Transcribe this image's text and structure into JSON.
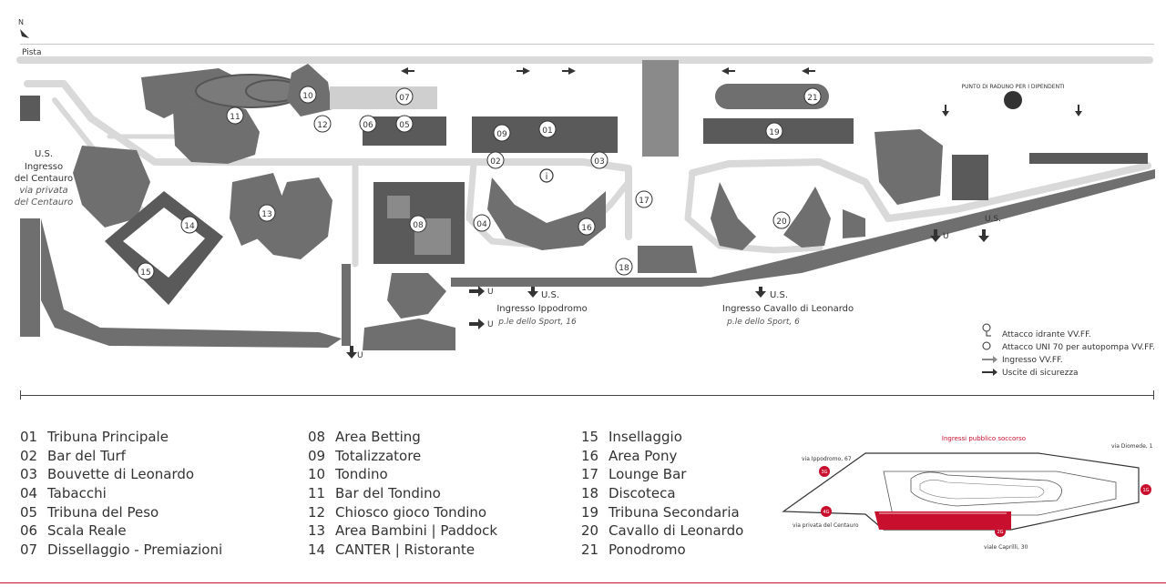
{
  "map": {
    "north_label": "N",
    "pista_label": "Pista",
    "us_label": "U.S.",
    "u_label": "U",
    "info_symbol": "i",
    "entrance_centauro": {
      "line1": "U.S.",
      "line2": "Ingresso",
      "line3": "del Centauro",
      "sub1": "via privata",
      "sub2": "del Centauro"
    },
    "entrance_ippodromo": {
      "us": "U.S.",
      "name": "Ingresso Ippodromo",
      "address": "p.le dello Sport, 16"
    },
    "entrance_cavallo": {
      "us": "U.S.",
      "name": "Ingresso Cavallo di Leonardo",
      "address": "p.le dello Sport, 6"
    },
    "raduno": "PUNTO DI RADUNO PER I DIPENDENTI",
    "us_east": "U.S.",
    "markers": [
      "01",
      "02",
      "03",
      "04",
      "05",
      "06",
      "07",
      "08",
      "09",
      "10",
      "11",
      "12",
      "13",
      "14",
      "15",
      "16",
      "17",
      "18",
      "19",
      "20",
      "21"
    ]
  },
  "map_legend": {
    "items": [
      {
        "icon": "hydrant-icon",
        "label": "Attacco idrante VV.FF."
      },
      {
        "icon": "uni70-icon",
        "label": "Attacco UNI 70 per autopompa VV.FF."
      },
      {
        "icon": "arrow-grey-icon",
        "label": "Ingresso VV.FF."
      },
      {
        "icon": "arrow-black-icon",
        "label": "Uscite di sicurezza"
      }
    ]
  },
  "places": {
    "col1": [
      {
        "num": "01",
        "name": "Tribuna Principale"
      },
      {
        "num": "02",
        "name": "Bar del Turf"
      },
      {
        "num": "03",
        "name": "Bouvette di Leonardo"
      },
      {
        "num": "04",
        "name": "Tabacchi"
      },
      {
        "num": "05",
        "name": "Tribuna del Peso"
      },
      {
        "num": "06",
        "name": "Scala Reale"
      },
      {
        "num": "07",
        "name": "Dissellaggio - Premiazioni"
      }
    ],
    "col2": [
      {
        "num": "08",
        "name": "Area Betting"
      },
      {
        "num": "09",
        "name": "Totalizzatore"
      },
      {
        "num": "10",
        "name": "Tondino"
      },
      {
        "num": "11",
        "name": "Bar del Tondino"
      },
      {
        "num": "12",
        "name": "Chiosco gioco Tondino"
      },
      {
        "num": "13",
        "name": "Area Bambini | Paddock"
      },
      {
        "num": "14",
        "name": "CANTER | Ristorante"
      }
    ],
    "col3": [
      {
        "num": "15",
        "name": "Insellaggio"
      },
      {
        "num": "16",
        "name": "Area Pony"
      },
      {
        "num": "17",
        "name": "Lounge Bar"
      },
      {
        "num": "18",
        "name": "Discoteca"
      },
      {
        "num": "19",
        "name": "Tribuna Secondaria"
      },
      {
        "num": "20",
        "name": "Cavallo di Leonardo"
      },
      {
        "num": "21",
        "name": "Ponodromo"
      }
    ]
  },
  "minimap": {
    "title": "Ingressi pubblico soccorso",
    "street_ippodromo": "via Ippodromo, 67",
    "street_diomede": "via Diomede, 1",
    "street_centauro": "via privata del Centauro",
    "street_caprilli": "viale Caprilli, 30",
    "gates": [
      "1G",
      "2G",
      "3G",
      "4G"
    ],
    "accent": "#c8102e"
  }
}
